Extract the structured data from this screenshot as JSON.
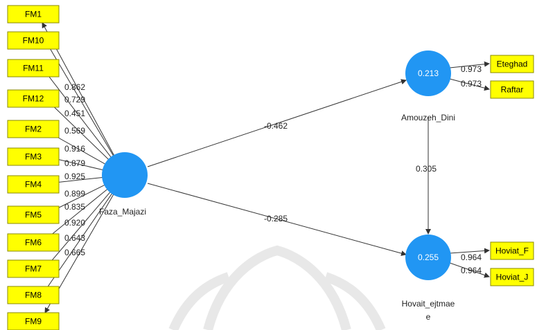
{
  "diagram": {
    "latent": {
      "faza": {
        "name": "Faza_Majazi"
      },
      "amouzeh": {
        "name": "Amouzeh_Dini",
        "r2": "0.213"
      },
      "hovait": {
        "name_line1": "Hovait_ejtmae",
        "name_line2": "e",
        "r2": "0.255"
      }
    },
    "indicators_left": [
      {
        "label": "FM1",
        "loading": "0.862"
      },
      {
        "label": "FM10",
        "loading": "0.729"
      },
      {
        "label": "FM11",
        "loading": "0.451"
      },
      {
        "label": "FM12",
        "loading": "0.569"
      },
      {
        "label": "FM2",
        "loading": "0.916"
      },
      {
        "label": "FM3",
        "loading": "0.879"
      },
      {
        "label": "FM4",
        "loading": "0.925"
      },
      {
        "label": "FM5",
        "loading": "0.899"
      },
      {
        "label": "FM6",
        "loading": "0.835"
      },
      {
        "label": "FM7",
        "loading": "0.920"
      },
      {
        "label": "FM8",
        "loading": "0.643"
      },
      {
        "label": "FM9",
        "loading": "0.665"
      }
    ],
    "indicators_amouzeh": [
      {
        "label": "Eteghad",
        "loading": "0.973"
      },
      {
        "label": "Raftar",
        "loading": "0.973"
      }
    ],
    "indicators_hovait": [
      {
        "label": "Hoviat_F",
        "loading": "0.964"
      },
      {
        "label": "Hoviat_J",
        "loading": "0.964"
      }
    ],
    "paths": {
      "faza_to_amouzeh": "-0.462",
      "faza_to_hovait": "-0.285",
      "amouzeh_to_hovait": "0.305"
    },
    "colors": {
      "indicator_fill": "#ffff00",
      "latent_fill": "#2196f3",
      "edge": "#333333"
    }
  }
}
